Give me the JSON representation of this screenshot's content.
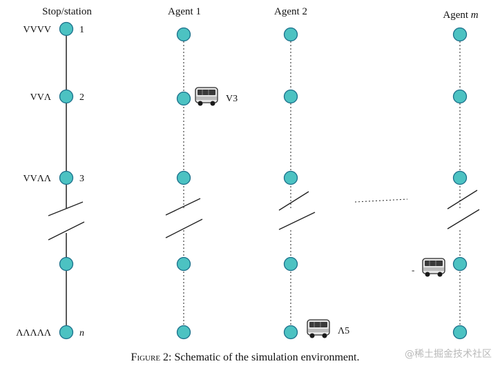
{
  "headers": {
    "stations": "Stop/station",
    "agent1": "Agent 1",
    "agent2": "Agent 2",
    "agentm_prefix": "Agent ",
    "agentm_var": "m"
  },
  "stations": [
    {
      "index": "1",
      "demand": "VVVV"
    },
    {
      "index": "2",
      "demand": "VVΛ"
    },
    {
      "index": "3",
      "demand": "VVΛΛ"
    },
    {
      "index": "",
      "demand": ""
    },
    {
      "index": "n",
      "demand": "ΛΛΛΛΛ"
    }
  ],
  "vehicles": {
    "agent1": {
      "label": "V3"
    },
    "agent2": {
      "label": "Λ5"
    },
    "agentm": {
      "label": "-"
    }
  },
  "caption": {
    "prefix": "Figure 2:",
    "text": "Schematic of the simulation environment."
  },
  "watermark": "@稀土掘金技术社区",
  "colors": {
    "node_fill": "#4cc2c2",
    "node_stroke": "#1a6f8a",
    "line": "#222222"
  }
}
